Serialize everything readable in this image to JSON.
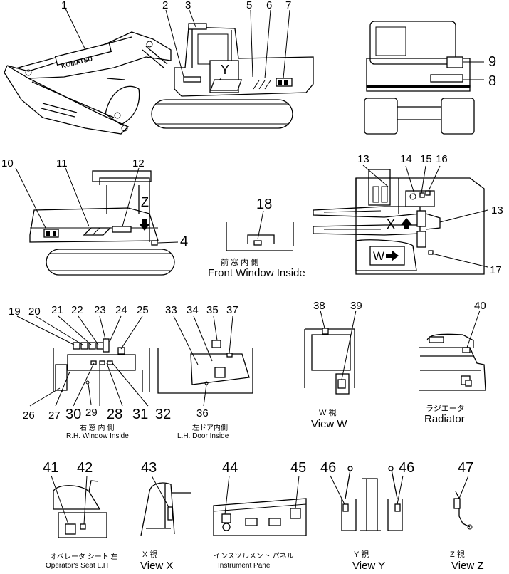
{
  "diagram": {
    "brand_text": "KOMATSU",
    "view_markers": {
      "y": "Y",
      "z": "Z",
      "x": "X",
      "w": "W"
    },
    "part_numbers": [
      "1",
      "2",
      "3",
      "4",
      "5",
      "6",
      "7",
      "8",
      "9",
      "10",
      "11",
      "12",
      "13",
      "14",
      "15",
      "16",
      "17",
      "18",
      "19",
      "20",
      "21",
      "22",
      "23",
      "24",
      "25",
      "26",
      "27",
      "28",
      "29",
      "30",
      "31",
      "32",
      "33",
      "34",
      "35",
      "36",
      "37",
      "38",
      "39",
      "40",
      "41",
      "42",
      "43",
      "44",
      "45",
      "46",
      "47"
    ],
    "captions": {
      "front_window_jp": "前 窓 内 側",
      "front_window_en": "Front  Window  Inside",
      "rh_window_jp": "右 窓 内 側",
      "rh_window_en": "R.H. Window Inside",
      "lh_door_jp": "左ドア内側",
      "lh_door_en": "L.H. Door Inside",
      "view_w_jp": "W  視",
      "view_w_en": "View  W",
      "radiator_jp": "ラジエータ",
      "radiator_en": "Radiator",
      "operator_seat_jp": "オペレータ シート 左",
      "operator_seat_en": "Operator's Seat L.H",
      "view_x_jp": "X  視",
      "view_x_en": "View  X",
      "instrument_jp": "インスツルメント パネル",
      "instrument_en": "Instrument Panel",
      "view_y_jp": "Y  視",
      "view_y_en": "View  Y",
      "view_z_jp": "Z  視",
      "view_z_en": "View  Z"
    }
  }
}
